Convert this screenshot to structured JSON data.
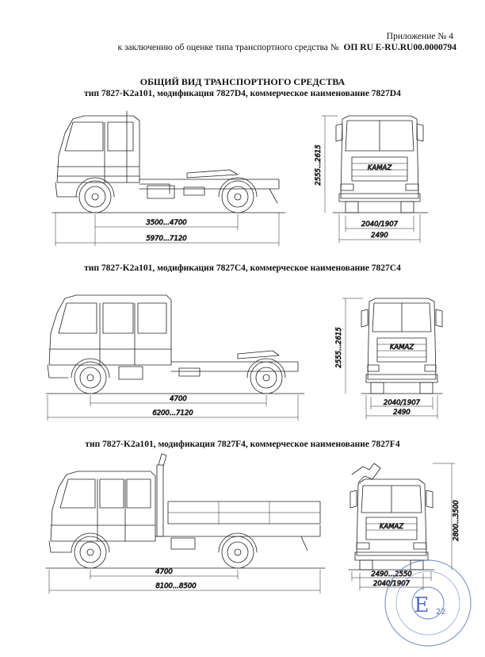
{
  "header": {
    "appendix": "Приложение № 4",
    "conclusion_prefix": "к заключению об оценке типа транспортного средства №",
    "conclusion_number": "ОП RU E-RU.RU00.0000794"
  },
  "title": "ОБЩИЙ ВИД ТРАНСПОРТНОГО СРЕДСТВА",
  "views": [
    {
      "caption": "тип 7827-K2a101, модификация 7827D4, коммерческое наименование 7827D4",
      "side_dims": [
        "3500...4700",
        "5970...7120"
      ],
      "height_dim": "2555...2615",
      "front_dims": [
        "2040/1907",
        "2490"
      ]
    },
    {
      "caption": "тип 7827-K2a101, модификация 7827C4, коммерческое наименование 7827C4",
      "side_dims": [
        "4700",
        "6200...7120"
      ],
      "height_dim": "2555...2615",
      "front_dims": [
        "2040/1907",
        "2490"
      ]
    },
    {
      "caption": "тип 7827-K2a101, модификация 7827F4, коммерческое наименование 7827F4",
      "side_dims": [
        "4700",
        "8100...8500"
      ],
      "height_dim": "2800...3500",
      "front_dims": [
        "2490...2550",
        "2040/1907"
      ]
    }
  ],
  "grille_badge": "KAMAZ",
  "stamp": {
    "letter": "E",
    "number": "22",
    "color": "#5a70bd"
  }
}
